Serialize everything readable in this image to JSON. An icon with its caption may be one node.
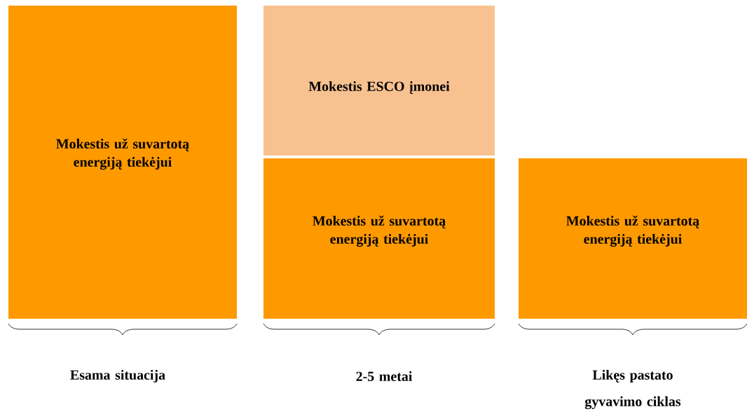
{
  "diagram": {
    "nodes": [
      {
        "text": [
          "Mokestis už suvartotą energiją tiekėjui"
        ]
      },
      {
        "text": [
          "Mokestis ESCO įmonei"
        ]
      },
      {
        "text": [
          "Mokestis už suvartotą energiją tiekėjui"
        ]
      },
      {
        "text": [
          "Mokestis už suvartotą energiją tiekėjui"
        ]
      }
    ],
    "labels": [
      "Esama situacija",
      "2-5 metai",
      "Likęs pastato gyvavimo ciklas"
    ]
  }
}
